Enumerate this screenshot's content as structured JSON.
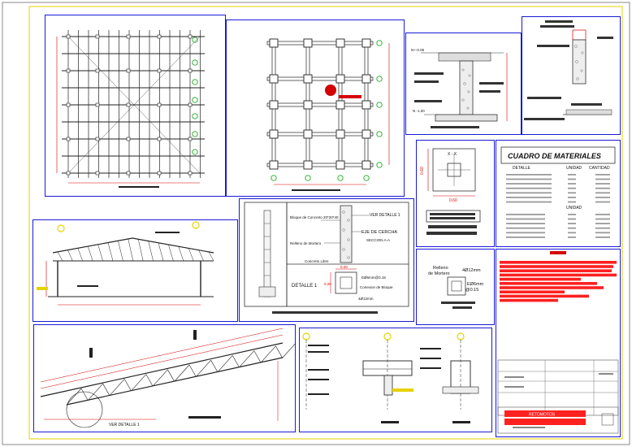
{
  "colors": {
    "border": "#1a1ad6",
    "sheet_frame": "#e6d200",
    "dim_red": "#d40000",
    "column_green": "#22aa22",
    "highlight_red": "#ff2020",
    "line": "#222222"
  },
  "detail_panel": {
    "ver_detalle_1": "VER DETALLE 1",
    "bloque_concreto": "Bloque de Concreto 20*20*40",
    "eje_cercha": "EJE DE CERCHA",
    "seccion": "SECCION  A-A",
    "relleno_mortero": "Relleno de Mortero",
    "concreto_libre": "Concreto Libre",
    "detalle_1": "DETALLE 1",
    "dim_020": "0.20",
    "estribos": "EØ6mm@0.15",
    "conexion": "Conexion de Bloque",
    "varilla": "4Ø12mm"
  },
  "section_xx": {
    "label": "X - X",
    "dim_h": "0.60",
    "dim_v": "0.60"
  },
  "cuadro": {
    "title": "CUADRO DE MATERIALES",
    "col_detalle": "DETALLE",
    "col_unidad": "UNIDAD",
    "col_cantidad": "CANTIDAD",
    "col_unidad2": "UNIDAD"
  },
  "column_detail": {
    "relleno": "Relleno",
    "de_mortero": "de Mortero",
    "varilla": "4Ø12mm",
    "estribo": "EØ6mm",
    "espaciado": "@0.15"
  },
  "footing": {
    "n1": "N+-0.05",
    "n2": "N -1.00"
  },
  "truss_panel": {
    "ver_detalle": "VER DETALLE 1"
  },
  "title_block": {
    "label": "RETOMOTOS"
  }
}
